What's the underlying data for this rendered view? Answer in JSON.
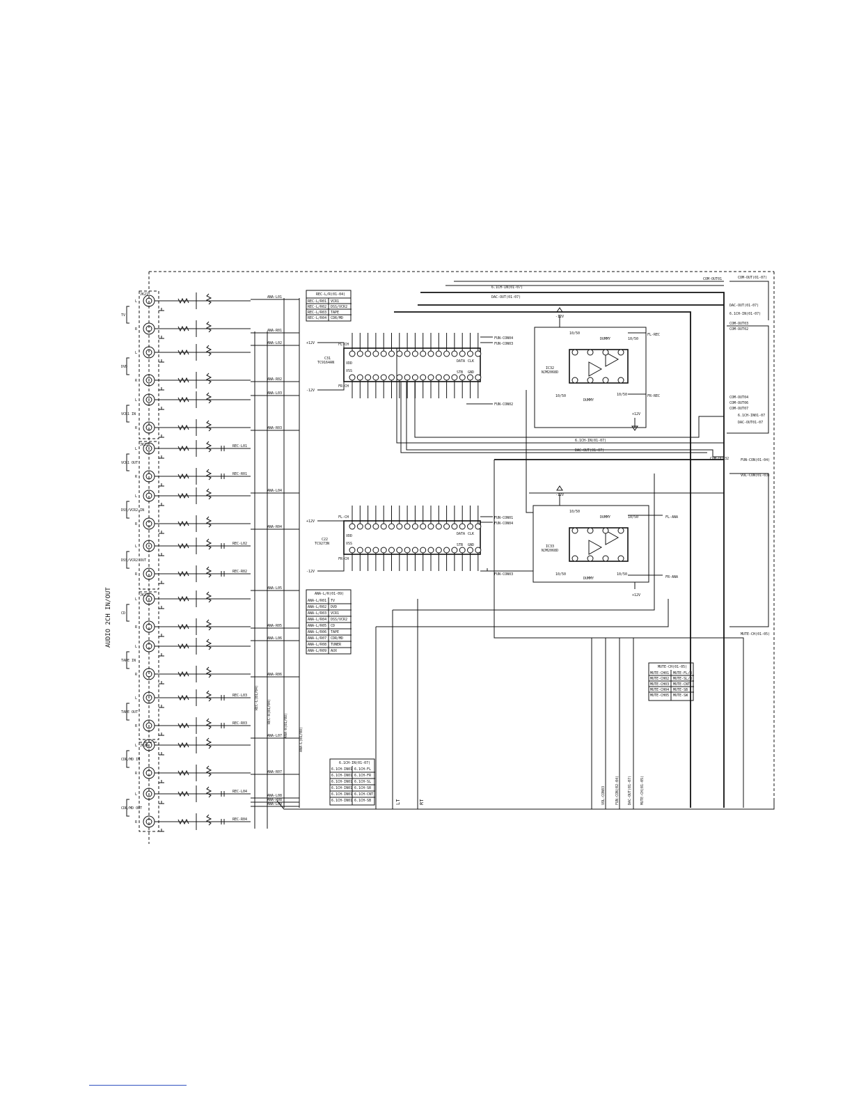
{
  "section_title": "AUDIO 2CH IN/OUT",
  "jacks": {
    "ids": [
      "JK21",
      "JK22",
      "JK23",
      "JK24"
    ],
    "groups": [
      {
        "name": "TV",
        "lr": [
          "L",
          "R"
        ]
      },
      {
        "name": "DVD",
        "lr": [
          "L",
          "R"
        ]
      },
      {
        "name": "VCR1 IN",
        "lr": [
          "L",
          "R"
        ]
      },
      {
        "name": "VCR1 OUT",
        "lr": [
          "L",
          "R"
        ]
      },
      {
        "name": "DSS/VCR2 IN",
        "lr": [
          "L",
          "R"
        ]
      },
      {
        "name": "DSS/VCR2 OUT",
        "lr": [
          "L",
          "R"
        ]
      },
      {
        "name": "CD",
        "lr": [
          "L",
          "R"
        ]
      },
      {
        "name": "TAPE IN",
        "lr": [
          "L",
          "R"
        ]
      },
      {
        "name": "TAPE OUT",
        "lr": [
          "L",
          "R"
        ]
      },
      {
        "name": "CDR/MD IN",
        "lr": [
          "L",
          "R"
        ]
      },
      {
        "name": "CDR/MD OUT",
        "lr": [
          "L",
          "R"
        ]
      }
    ]
  },
  "bus_labels_left": [
    "ANA-L01",
    "ANA-R01",
    "ANA-L02",
    "ANA-R02",
    "ANA-L03",
    "ANA-R03",
    "ANA-L04",
    "ANA-R04",
    "ANA-L05",
    "ANA-R05",
    "ANA-L06",
    "ANA-R06",
    "ANA-L07",
    "ANA-R07",
    "ANA-L08",
    "ANA-R08",
    "ANA-L09"
  ],
  "rec_labels": [
    "REC-L01",
    "REC-R01",
    "REC-L02",
    "REC-R02",
    "REC-L03",
    "REC-R03",
    "REC-L04",
    "REC-R04"
  ],
  "vertical_buses": [
    "REC-L(B1/04)",
    "REC-R(B1/04)",
    "ANA-R(B1/08)",
    "ANA-L(B1/08)"
  ],
  "tables": {
    "rec": {
      "title": "REC-L/R(01-04)",
      "rows": [
        [
          "REC-L/R01",
          "VCR1"
        ],
        [
          "REC-L/R02",
          "DSS/VCR2"
        ],
        [
          "REC-L/R03",
          "TAPE"
        ],
        [
          "REC-L/R04",
          "CDR/MD"
        ]
      ]
    },
    "ana": {
      "title": "ANA-L/R(01-09)",
      "rows": [
        [
          "ANA-L/R01",
          "TV"
        ],
        [
          "ANA-L/R02",
          "DVD"
        ],
        [
          "ANA-L/R03",
          "VCR1"
        ],
        [
          "ANA-L/R04",
          "DSS/VCR2"
        ],
        [
          "ANA-L/R05",
          "CD"
        ],
        [
          "ANA-L/R06",
          "TAPE"
        ],
        [
          "ANA-L/R07",
          "CDR/MD"
        ],
        [
          "ANA-L/R08",
          "TUNER"
        ],
        [
          "ANA-L/R09",
          "AUX"
        ]
      ]
    },
    "ch6": {
      "title": "6.1CH-IN(01-07)",
      "rows": [
        [
          "6.1CH-IN01",
          "6.1CH-FL"
        ],
        [
          "6.1CH-IN01",
          "6.1CH-FR"
        ],
        [
          "6.1CH-IN01",
          "6.1CH-SL"
        ],
        [
          "6.1CH-IN01",
          "6.1CH-SR"
        ],
        [
          "6.1CH-IN01",
          "6.1CH-CNT"
        ],
        [
          "6.1CH-IN01",
          "6.1CH-SB"
        ]
      ]
    },
    "mute": {
      "title": "MUTE-CH(01-05)",
      "rows": [
        [
          "MUTE-CH01",
          "MUTE-FL/R"
        ],
        [
          "MUTE-CH02",
          "MUTE-SL/R"
        ],
        [
          "MUTE-CH03",
          "MUTE-CNT"
        ],
        [
          "MUTE-CH04",
          "MUTE-SB"
        ],
        [
          "MUTE-CH05",
          "MUTE-SW"
        ]
      ]
    }
  },
  "ic": {
    "upper": {
      "name": "C31",
      "part": "TC9164AN",
      "vdd": "VDD",
      "vss": "VSS",
      "fl": "FL-CH",
      "fr": "FR-CH",
      "data": "DATA",
      "clk": "CLK",
      "stb": "STB",
      "gnd": "GND"
    },
    "lower": {
      "name": "C22",
      "part": "TC9273N",
      "vdd": "VDD",
      "vss": "VSS",
      "fl": "FL-CH",
      "fr": "FR-CH",
      "data": "DATA",
      "clk": "CLK",
      "stb": "STB",
      "gnd": "GND"
    },
    "opamp_upper": {
      "name": "IC32",
      "part": "NJM2068D"
    },
    "opamp_lower": {
      "name": "IC33",
      "part": "NJM2068D"
    }
  },
  "supply": {
    "pos": "+12V",
    "neg": "-12V"
  },
  "right_signals": [
    "COM-OUT01",
    "COM-OUT(01-07)",
    "DAC-OUT(01-07)",
    "6.1CH-IN(01-07)",
    "COM-OUT03",
    "COM-OUT02",
    "COM-OUT04",
    "COM-OUT06",
    "COM-OUT07",
    "6.1CH-IN01-07",
    "DAC-OUT01-07",
    "COM-OUT32",
    "FUN-CON(01-04)",
    "VOL-CON(01-03)",
    "MUTE-CH(01-05)"
  ],
  "fun_labels": [
    "FUN-CON04",
    "FUN-CON03",
    "FUN-CON02",
    "FUN-CON01",
    "FUN-CON04",
    "FUN-CON03"
  ],
  "outputs": {
    "fl_rec": "FL-REC",
    "fr_rec": "FR-REC",
    "fl_ana": "FL-ANA",
    "fr_ana": "FR-ANA"
  },
  "mid_labels": [
    "6.1CH-IN(01-07)",
    "DAC-OUT(01-07)"
  ],
  "bottom_labels": [
    "LT",
    "RT"
  ],
  "bottom_vertical": [
    "VOL-CON03",
    "FUN-CON(02-04)",
    "DAC-OUT(01-07)",
    "MUTE-CH(01-05)"
  ],
  "dummy": "DUMMY",
  "cap_value": "10/50"
}
